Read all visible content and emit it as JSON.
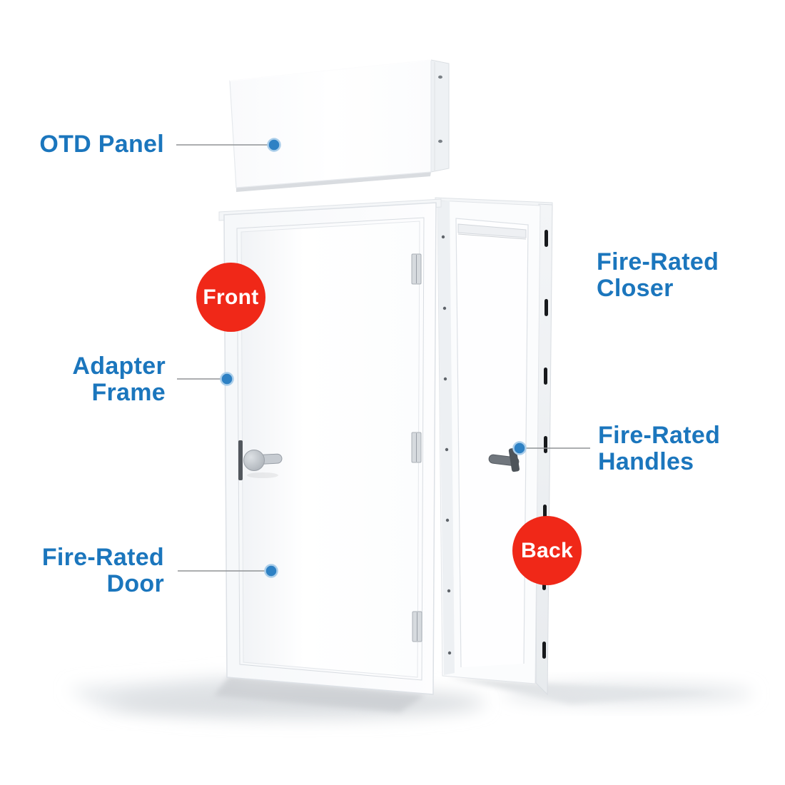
{
  "colors": {
    "label_blue": "#1B76BD",
    "callout_dot_blue": "#2E81C4",
    "badge_red": "#F02818",
    "leader_line_gray": "#909396"
  },
  "labels": {
    "otd_panel": {
      "lines": [
        "OTD Panel"
      ]
    },
    "adapter_frame": {
      "lines": [
        "Adapter",
        "Frame"
      ]
    },
    "fire_rated_closer": {
      "lines": [
        "Fire-Rated",
        "Closer"
      ]
    },
    "fire_rated_handles": {
      "lines": [
        "Fire-Rated",
        "Handles"
      ]
    },
    "fire_rated_door": {
      "lines": [
        "Fire-Rated",
        "Door"
      ]
    }
  },
  "badges": {
    "front": "Front",
    "back": "Back"
  }
}
